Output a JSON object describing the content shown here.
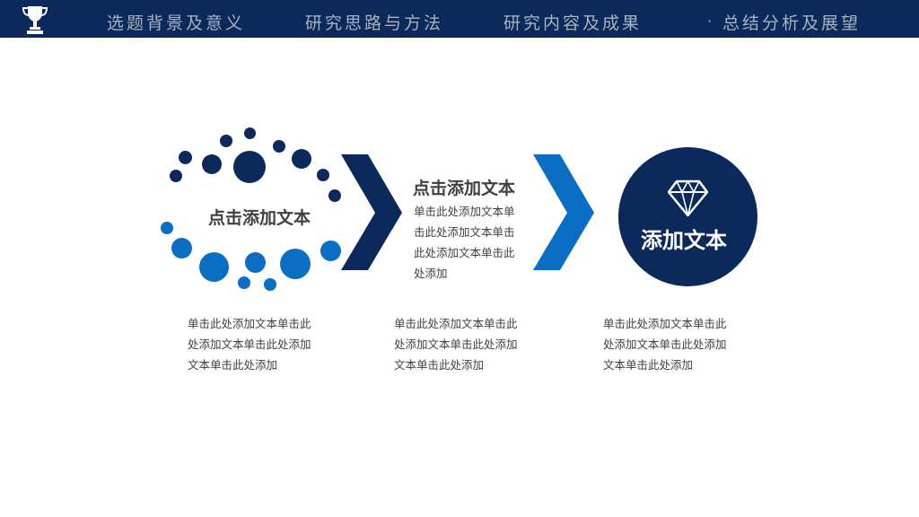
{
  "nav": {
    "items": [
      {
        "label": "选题背景及意义"
      },
      {
        "label": "研究思路与方法"
      },
      {
        "label": "研究内容及成果"
      },
      {
        "label": "总结分析及展望"
      }
    ],
    "active_marker": "·"
  },
  "left_block": {
    "title": "点击添加文本"
  },
  "middle_block": {
    "title": "点击添加文本",
    "body": "单击此处添加文本单击此处添加文本单击此处添加文本单击此处添加"
  },
  "right_block": {
    "title": "添加文本",
    "icon": "diamond-icon"
  },
  "bottom_texts": [
    {
      "text": "单击此处添加文本单击此处添加文本单击此处添加文本单击此处添加"
    },
    {
      "text": "单击此处添加文本单击此处添加文本单击此处添加文本单击此处添加"
    },
    {
      "text": "单击此处添加文本单击此处添加文本单击此处添加文本单击此处添加"
    }
  ],
  "colors": {
    "dark_blue": "#0b2a5b",
    "light_blue": "#0a6ec3",
    "nav_text": "#a9b1bf"
  }
}
